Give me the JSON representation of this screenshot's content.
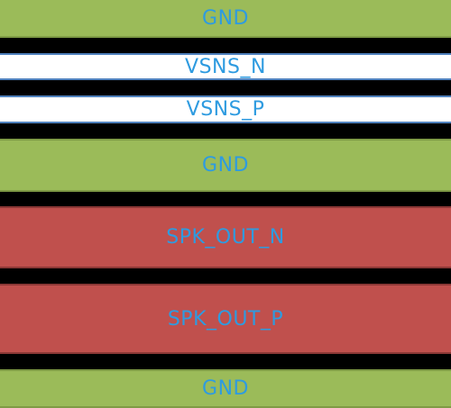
{
  "layers": [
    {
      "id": "gnd-top",
      "label": "GND",
      "color": "#9bbb59"
    },
    {
      "id": "vsns-n",
      "label": "VSNS_N",
      "color": "#ffffff"
    },
    {
      "id": "vsns-p",
      "label": "VSNS_P",
      "color": "#ffffff"
    },
    {
      "id": "gnd-mid",
      "label": "GND",
      "color": "#9bbb59"
    },
    {
      "id": "spk-out-n",
      "label": "SPK_OUT_N",
      "color": "#c0504d"
    },
    {
      "id": "spk-out-p",
      "label": "SPK_OUT_P",
      "color": "#c0504d"
    },
    {
      "id": "gnd-bottom",
      "label": "GND",
      "color": "#9bbb59"
    }
  ],
  "colors": {
    "separator": "#000000",
    "text": "#2e9be0"
  }
}
